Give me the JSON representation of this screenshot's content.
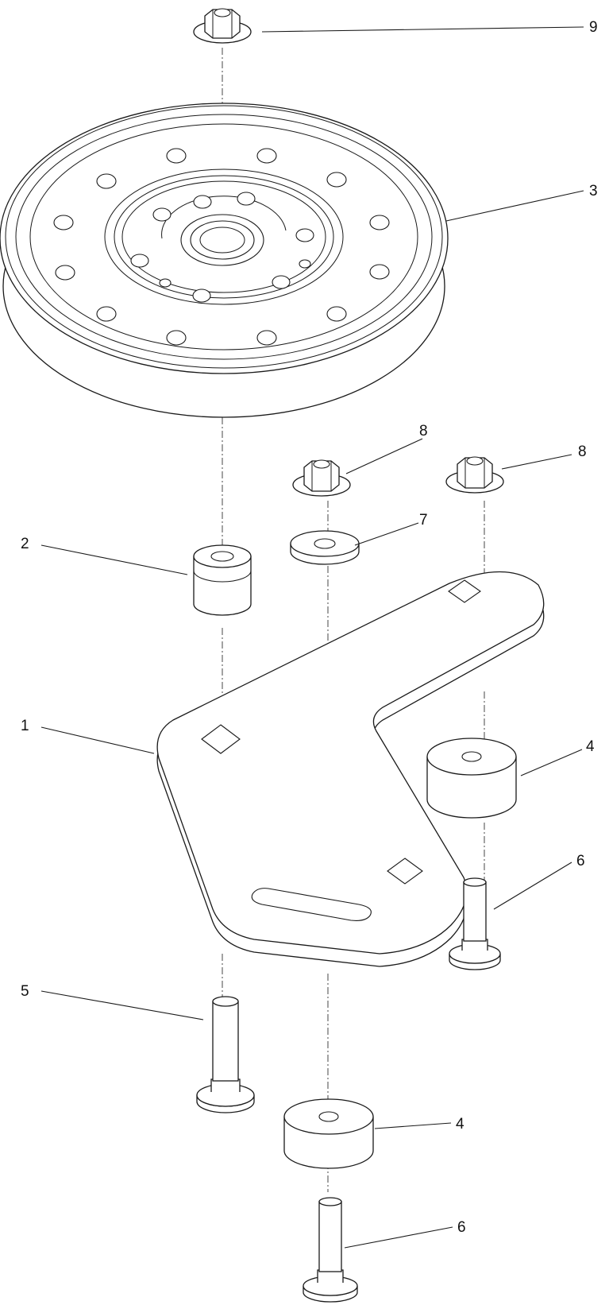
{
  "diagram": {
    "callouts": [
      {
        "id": "9",
        "text": "9"
      },
      {
        "id": "3",
        "text": "3"
      },
      {
        "id": "8a",
        "text": "8"
      },
      {
        "id": "8b",
        "text": "8"
      },
      {
        "id": "7",
        "text": "7"
      },
      {
        "id": "2",
        "text": "2"
      },
      {
        "id": "1",
        "text": "1"
      },
      {
        "id": "4a",
        "text": "4"
      },
      {
        "id": "6a",
        "text": "6"
      },
      {
        "id": "5",
        "text": "5"
      },
      {
        "id": "4b",
        "text": "4"
      },
      {
        "id": "6b",
        "text": "6"
      }
    ]
  }
}
